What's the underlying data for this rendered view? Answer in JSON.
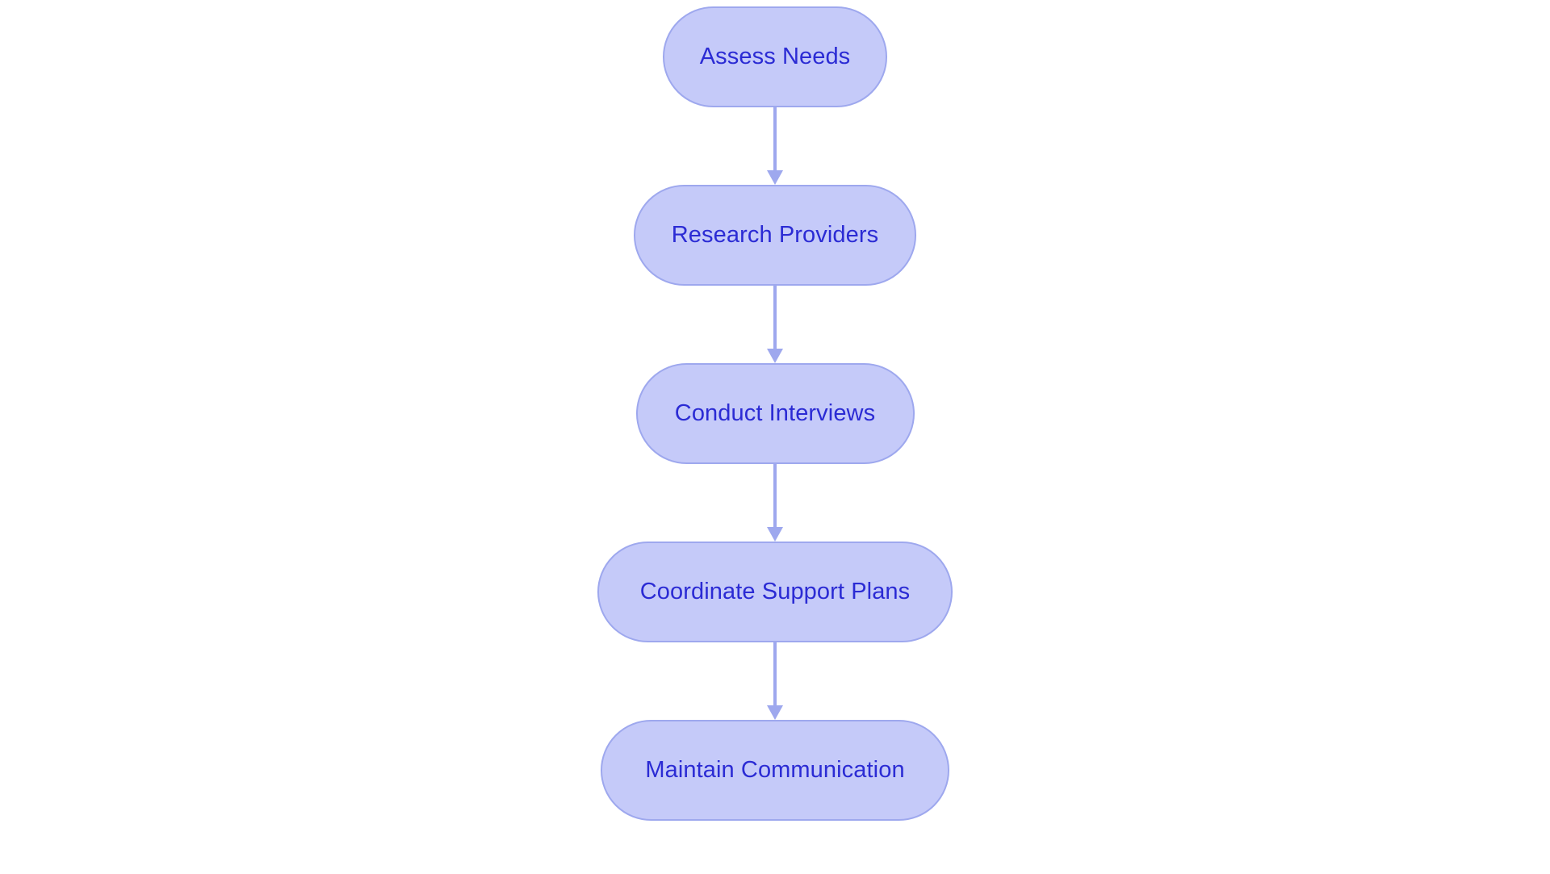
{
  "diagram": {
    "type": "flowchart",
    "orientation": "vertical-top-to-bottom",
    "background_color": "#ffffff",
    "node_style": {
      "shape": "rounded-pill",
      "fill_color": "#c5caf9",
      "border_color": "#9ea8ee",
      "text_color": "#2b2bd4"
    },
    "connector_style": {
      "line_color": "#9ea8ee",
      "arrowhead": "filled-triangle-down"
    },
    "nodes": [
      {
        "id": "assess-needs",
        "label": "Assess Needs"
      },
      {
        "id": "research-providers",
        "label": "Research Providers"
      },
      {
        "id": "conduct-interviews",
        "label": "Conduct Interviews"
      },
      {
        "id": "coordinate-support-plans",
        "label": "Coordinate Support Plans"
      },
      {
        "id": "maintain-communication",
        "label": "Maintain Communication"
      }
    ],
    "edges": [
      {
        "from": "assess-needs",
        "to": "research-providers",
        "label": ""
      },
      {
        "from": "research-providers",
        "to": "conduct-interviews",
        "label": ""
      },
      {
        "from": "conduct-interviews",
        "to": "coordinate-support-plans",
        "label": ""
      },
      {
        "from": "coordinate-support-plans",
        "to": "maintain-communication",
        "label": ""
      }
    ]
  }
}
